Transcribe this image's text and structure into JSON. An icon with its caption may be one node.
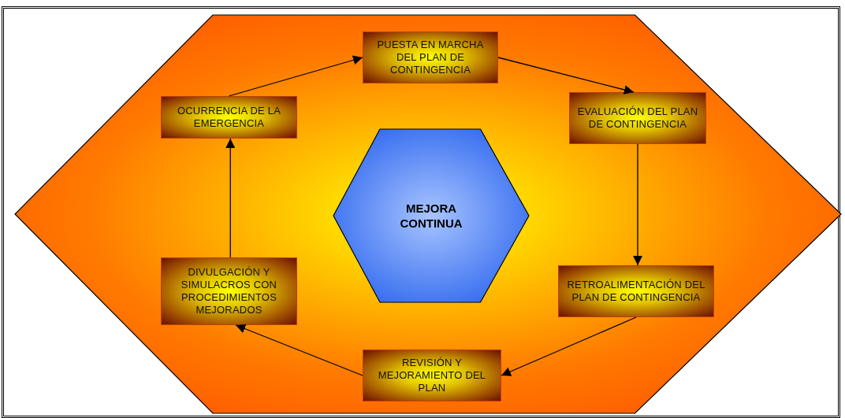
{
  "diagram": {
    "nodes": [
      {
        "text": [],
        "shape": "hexagon"
      },
      {
        "text": [
          "PUESTA EN MARCHA DEL PLAN DE CONTINGENCIA"
        ],
        "in": 0
      },
      {
        "text": [
          "OCURRENCIA DE LA EMERGENCIA"
        ],
        "in": 0
      },
      {
        "text": [
          "EVALUACIÓN DEL PLAN DE CONTINGENCIA"
        ],
        "in": 0
      },
      {
        "text": [
          "MEJORA CONTINUA"
        ],
        "in": 0
      },
      {
        "text": [
          "DIVULGACIÓN Y SIMULACROS CON PROCEDIMIENTOS MEJORADOS"
        ],
        "in": 0
      },
      {
        "text": [
          "RETROALIMENTACIÓN DEL PLAN DE CONTINGENCIA"
        ],
        "in": 0
      },
      {
        "text": [
          "REVISIÓN Y MEJORAMIENTO DEL PLAN"
        ],
        "in": 0
      }
    ],
    "edges": [
      {
        "from": 2,
        "to": 1,
        "arrow": "to"
      },
      {
        "from": 1,
        "to": 3,
        "arrow": "to"
      },
      {
        "from": 3,
        "to": 6,
        "arrow": "to"
      },
      {
        "from": 6,
        "to": 7,
        "arrow": "to"
      },
      {
        "from": 7,
        "to": 5,
        "arrow": "to"
      },
      {
        "from": 5,
        "to": 2,
        "arrow": "to"
      }
    ]
  }
}
